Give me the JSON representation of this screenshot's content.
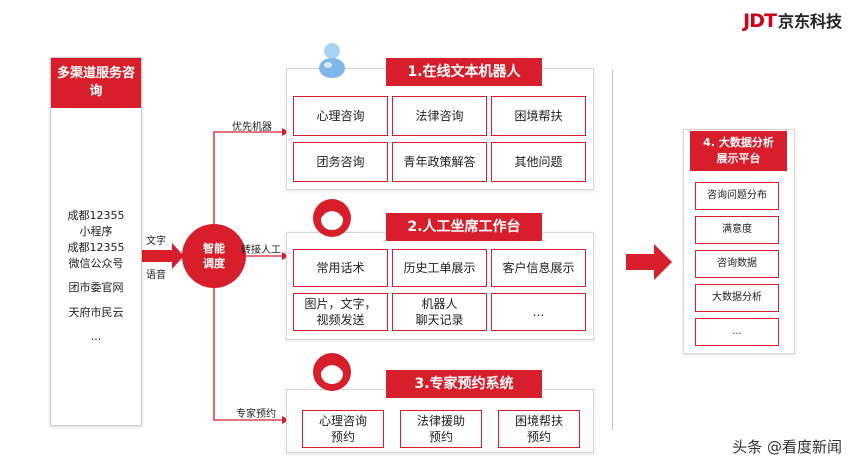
{
  "logo": {
    "brand": "JDT",
    "name": "京东科技"
  },
  "channels": {
    "title": "多渠道服务咨询",
    "items": [
      "成都12355\n小程序",
      "成都12355\n微信公众号",
      "团市委官网",
      "天府市民云",
      "..."
    ]
  },
  "hub": {
    "label": "智能\n调度"
  },
  "input_labels": {
    "text": "文字",
    "voice": "语音"
  },
  "routes": {
    "priority_robot": "优先机器",
    "transfer_human": "转接人工",
    "expert_booking": "专家预约"
  },
  "robot": {
    "title": "1.在线文本机器人",
    "cells": [
      "心理咨询",
      "法律咨询",
      "困境帮扶",
      "团务咨询",
      "青年政策解答",
      "其他问题"
    ]
  },
  "agent": {
    "title": "2.人工坐席工作台",
    "cells": [
      "常用话术",
      "历史工单展示",
      "客户信息展示",
      "图片，文字，\n视频发送",
      "机器人\n聊天记录",
      "..."
    ]
  },
  "expert": {
    "title": "3.专家预约系统",
    "cells": [
      "心理咨询\n预约",
      "法律援助\n预约",
      "困境帮扶\n预约"
    ]
  },
  "bigdata": {
    "title": "4. 大数据分析\n展示平台",
    "items": [
      "咨询问题分布",
      "满意度",
      "咨询数据",
      "大数据分析",
      "..."
    ]
  },
  "icons": {
    "robot": "robot-bubble-icon",
    "agent": "agent-avatar-icon",
    "expert": "expert-avatar-icon"
  },
  "colors": {
    "accent": "#d81e2a",
    "icon_blue": "#7fb8e8"
  },
  "footer": "头条 @看度新闻"
}
